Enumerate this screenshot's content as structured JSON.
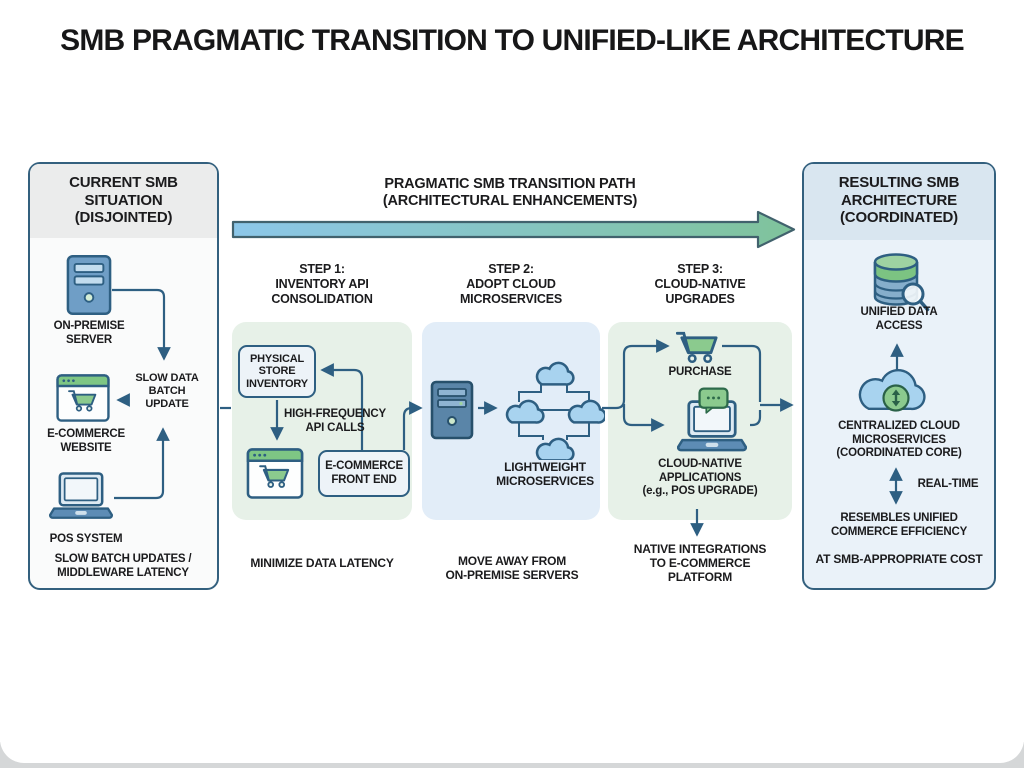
{
  "title": "SMB PRAGMATIC TRANSITION TO UNIFIED-LIKE ARCHITECTURE",
  "colors": {
    "outline": "#2e5f82",
    "panel_border": "#33607e",
    "step_green_bg": "#e7f1e8",
    "step_blue_bg": "#e2edf8",
    "left_panel_bg": "#fafbfb",
    "left_header_bg": "#ebecec",
    "right_panel_bg": "#eaf2f9",
    "right_header_bg": "#d9e6f0",
    "icon_green": "#8bca8e",
    "icon_blue": "#a8d3ef",
    "flow_gradient_start": "#8cc7e9",
    "flow_gradient_end": "#7fc39b"
  },
  "left_panel": {
    "header_lines": [
      "CURRENT SMB",
      "SITUATION",
      "(DISJOINTED)"
    ],
    "items": [
      {
        "icon": "server-icon",
        "label_lines": [
          "ON-PREMISE",
          "SERVER"
        ]
      },
      {
        "icon": "browser-cart-icon",
        "label_lines": [
          "E-COMMERCE",
          "WEBSITE"
        ]
      },
      {
        "icon": "laptop-icon",
        "label_lines": [
          "POS SYSTEM"
        ]
      }
    ],
    "hub_lines": [
      "SLOW DATA",
      "BATCH",
      "UPDATE"
    ],
    "footer_lines": [
      "SLOW BATCH UPDATES /",
      "MIDDLEWARE LATENCY"
    ]
  },
  "transition": {
    "title_lines": [
      "PRAGMATIC SMB TRANSITION PATH",
      "(ARCHITECTURAL ENHANCEMENTS)"
    ]
  },
  "steps": [
    {
      "header_lines": [
        "STEP 1:",
        "INVENTORY API",
        "CONSOLIDATION"
      ],
      "box1_lines": [
        "PHYSICAL",
        "STORE",
        "INVENTORY"
      ],
      "flow_lines": [
        "HIGH-FREQUENCY",
        "API CALLS"
      ],
      "box2_lines": [
        "E-COMMERCE",
        "FRONT END"
      ],
      "caption_lines": [
        "MINIMIZE DATA LATENCY"
      ]
    },
    {
      "header_lines": [
        "STEP 2:",
        "ADOPT CLOUD",
        "MICROSERVICES"
      ],
      "label_lines": [
        "LIGHTWEIGHT",
        "MICROSERVICES"
      ],
      "caption_lines": [
        "MOVE AWAY FROM",
        "ON-PREMISE SERVERS"
      ]
    },
    {
      "header_lines": [
        "STEP 3:",
        "CLOUD-NATIVE",
        "UPGRADES"
      ],
      "purchase_label": "PURCHASE",
      "app_lines": [
        "CLOUD-NATIVE",
        "APPLICATIONS",
        "(e.g., POS UPGRADE)"
      ],
      "caption_lines": [
        "NATIVE INTEGRATIONS",
        "TO E-COMMERCE",
        "PLATFORM"
      ]
    }
  ],
  "right_panel": {
    "header_lines": [
      "RESULTING SMB",
      "ARCHITECTURE",
      "(COORDINATED)"
    ],
    "data_access_lines": [
      "UNIFIED DATA",
      "ACCESS"
    ],
    "core_lines": [
      "CENTRALIZED CLOUD",
      "MICROSERVICES",
      "(COORDINATED CORE)"
    ],
    "arrow_label": "REAL-TIME",
    "benefit_lines": [
      "RESEMBLES UNIFIED",
      "COMMERCE EFFICIENCY"
    ],
    "cost_line": "AT SMB-APPROPRIATE COST"
  }
}
